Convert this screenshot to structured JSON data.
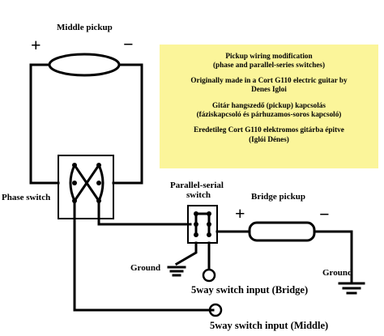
{
  "labels": {
    "middle_pickup": "Middle pickup",
    "phase_switch": "Phase switch",
    "parallel_serial_line1": "Parallel-serial",
    "parallel_serial_line2": "switch",
    "bridge_pickup": "Bridge pickup",
    "ground_left": "Ground",
    "ground_right": "Ground",
    "input_bridge": "5way switch input (Bridge)",
    "input_middle": "5way switch input (Middle)"
  },
  "polarity": {
    "plus": "+",
    "minus": "−"
  },
  "note": {
    "title_line1": "Pickup wiring modification",
    "title_line2": "(phase and parallel-series switches)",
    "origin_line1": "Originally made in a Cort G110 electric guitar by",
    "origin_line2": "Denes Igloi",
    "hu_title_line1": "Gitár hangszedő (pickup) kapcsolás",
    "hu_title_line2": "(fáziskapcsoló és párhuzamos-soros kapcsoló)",
    "hu_origin_line1": "Eredetileg Cort G110 elektromos gitárba épitve",
    "hu_origin_line2": "(Iglói Dénes)"
  },
  "colors": {
    "note_background": "#fbf59a",
    "ink": "#000000",
    "paper": "#ffffff"
  }
}
